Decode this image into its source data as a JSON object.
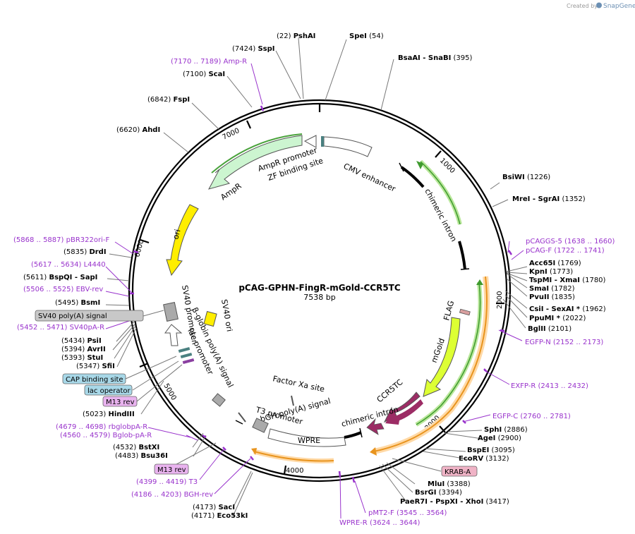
{
  "header": {
    "created_by": "Created by",
    "brand": "SnapGene"
  },
  "map": {
    "title": "pCAG-GPHN-FingR-mGold-CCR5TC",
    "length": "7538 bp",
    "ticks": [
      "1000",
      "2000",
      "3000",
      "4000",
      "5000",
      "6000",
      "7000"
    ]
  },
  "features": {
    "cmv": "CMV enhancer",
    "chimeric_intron_1": "chimeric intron",
    "ampr_promoter": "AmpR promoter",
    "zf_site": "ZF binding site",
    "ampr": "AmpR",
    "ori": "ori",
    "sv40_promoter": "SV40 promoter",
    "sv40_ori": "SV40 ori",
    "bglobin_polya": "β-globin poly(A) signal",
    "lac_promoter": "lac promoter",
    "flag": "FLAG",
    "mgold": "mGold",
    "ccr5tc": "CCR5TC",
    "chimeric_intron_2": "chimeric intron",
    "factor_xa": "Factor Xa site",
    "t3_promoter": "T3 promoter",
    "bgh_polya": "bGH poly(A) signal",
    "wpre": "WPRE"
  },
  "left_labels": [
    {
      "pos": "(22)",
      "name": "PshAI"
    },
    {
      "pos": "(7424)",
      "name": "SspI"
    },
    {
      "pos": "(7170 .. 7189)",
      "name": "Amp-R",
      "primer": true
    },
    {
      "pos": "(7100)",
      "name": "ScaI"
    },
    {
      "pos": "(6842)",
      "name": "FspI"
    },
    {
      "pos": "(6620)",
      "name": "AhdI"
    },
    {
      "pos": "(5868 .. 5887)",
      "name": "pBR322ori-F",
      "primer": true
    },
    {
      "pos": "(5835)",
      "name": "DrdI"
    },
    {
      "pos": "(5617 .. 5634)",
      "name": "L4440",
      "primer": true
    },
    {
      "pos": "(5611)",
      "name": "BspQI - SapI"
    },
    {
      "pos": "(5506 .. 5525)",
      "name": "EBV-rev",
      "primer": true
    },
    {
      "pos": "(5495)",
      "name": "BsmI"
    },
    {
      "pos": "(5452 .. 5471)",
      "name": "SV40pA-R",
      "primer": true
    },
    {
      "pos": "(5434)",
      "name": "PsiI"
    },
    {
      "pos": "(5394)",
      "name": "AvrII"
    },
    {
      "pos": "(5393)",
      "name": "StuI"
    },
    {
      "pos": "(5347)",
      "name": "SfiI"
    },
    {
      "pos": "(5023)",
      "name": "HindIII"
    },
    {
      "pos": "(4679 .. 4698)",
      "name": "rbglobpA-R",
      "primer": true
    },
    {
      "pos": "(4560 .. 4579)",
      "name": "Bglob-pA-R",
      "primer": true
    },
    {
      "pos": "(4532)",
      "name": "BstXI"
    },
    {
      "pos": "(4483)",
      "name": "Bsu36I"
    },
    {
      "pos": "(4399 .. 4419)",
      "name": "T3",
      "primer": true
    },
    {
      "pos": "(4186 .. 4203)",
      "name": "BGH-rev",
      "primer": true
    },
    {
      "pos": "(4173)",
      "name": "SacI"
    },
    {
      "pos": "(4171)",
      "name": "Eco53kI"
    }
  ],
  "boxes": {
    "sv40_polya": "SV40 poly(A) signal",
    "cap_site": "CAP binding site",
    "lac_operator": "lac operator",
    "m13_rev_1": "M13 rev",
    "m13_rev_2": "M13 rev",
    "krab_a": "KRAB-A"
  },
  "right_labels": [
    {
      "pos": "(54)",
      "name": "SpeI"
    },
    {
      "pos": "(395)",
      "name": "BsaAI - SnaBI"
    },
    {
      "pos": "(1226)",
      "name": "BsiWI"
    },
    {
      "pos": "(1352)",
      "name": "MreI - SgrAI"
    },
    {
      "pos": "(1638 .. 1660)",
      "name": "pCAGGS-5",
      "primer": true
    },
    {
      "pos": "(1722 .. 1741)",
      "name": "pCAG-F",
      "primer": true
    },
    {
      "pos": "(1769)",
      "name": "Acc65I"
    },
    {
      "pos": "(1773)",
      "name": "KpnI"
    },
    {
      "pos": "(1780)",
      "name": "TspMI - XmaI"
    },
    {
      "pos": "(1782)",
      "name": "SmaI"
    },
    {
      "pos": "(1835)",
      "name": "PvuII"
    },
    {
      "pos": "(1962)",
      "name": "CsiI - SexAI *"
    },
    {
      "pos": "(2022)",
      "name": "PpuMI *"
    },
    {
      "pos": "(2101)",
      "name": "BglII"
    },
    {
      "pos": "(2152 .. 2173)",
      "name": "EGFP-N",
      "primer": true
    },
    {
      "pos": "(2413 .. 2432)",
      "name": "EXFP-R",
      "primer": true
    },
    {
      "pos": "(2760 .. 2781)",
      "name": "EGFP-C",
      "primer": true
    },
    {
      "pos": "(2886)",
      "name": "SphI"
    },
    {
      "pos": "(2900)",
      "name": "AgeI"
    },
    {
      "pos": "(3095)",
      "name": "BspEI"
    },
    {
      "pos": "(3132)",
      "name": "EcoRV"
    },
    {
      "pos": "(3388)",
      "name": "MluI"
    },
    {
      "pos": "(3394)",
      "name": "BsrGI"
    },
    {
      "pos": "(3417)",
      "name": "PaeR7I - PspXI - XhoI"
    },
    {
      "pos": "(3545 .. 3564)",
      "name": "pMT2-F",
      "primer": true
    },
    {
      "pos": "(3624 .. 3644)",
      "name": "WPRE-R",
      "primer": true
    }
  ]
}
